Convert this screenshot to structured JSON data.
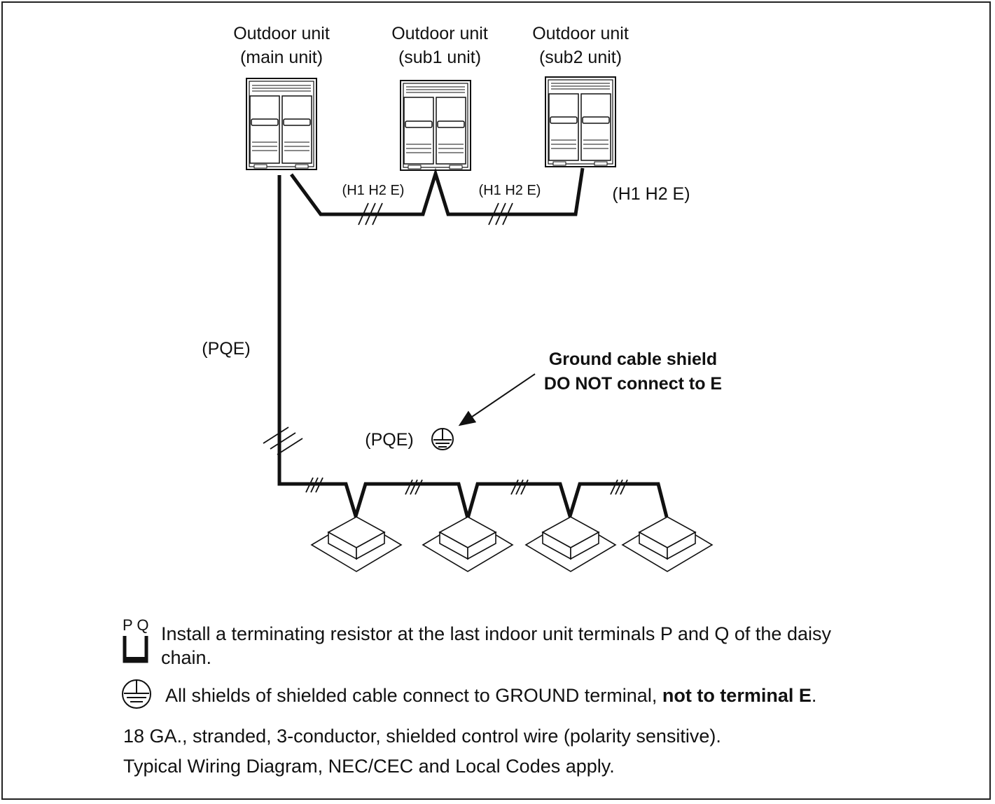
{
  "outdoor_units": [
    {
      "line1": "Outdoor unit",
      "line2": "(main unit)"
    },
    {
      "line1": "Outdoor unit",
      "line2": "(sub1 unit)"
    },
    {
      "line1": "Outdoor unit",
      "line2": "(sub2 unit)"
    }
  ],
  "wire_labels": {
    "h1h2e_a": "(H1 H2 E)",
    "h1h2e_b": "(H1 H2 E)",
    "h1h2e_c": "(H1 H2 E)",
    "pqe_main": "(PQE)",
    "pqe_indoor": "(PQE)"
  },
  "callout": {
    "line1": "Ground cable shield",
    "line2": "DO NOT connect to E"
  },
  "resistor_symbol_label": "P Q",
  "notes": {
    "resistor_line1": "Install a terminating resistor at the last indoor unit terminals P and Q of the daisy",
    "resistor_line2": "chain.",
    "ground_prefix": "All shields of shielded cable connect to GROUND terminal,",
    "ground_bold": "not to terminal E",
    "ground_suffix": ".",
    "wire_spec": "18 GA., stranded, 3-conductor, shielded control wire (polarity sensitive).",
    "codes": "Typical Wiring Diagram, NEC/CEC and Local Codes apply."
  },
  "icons": [
    "ground-symbol-icon",
    "terminating-resistor-icon",
    "outdoor-unit-icon",
    "indoor-cassette-icon"
  ]
}
